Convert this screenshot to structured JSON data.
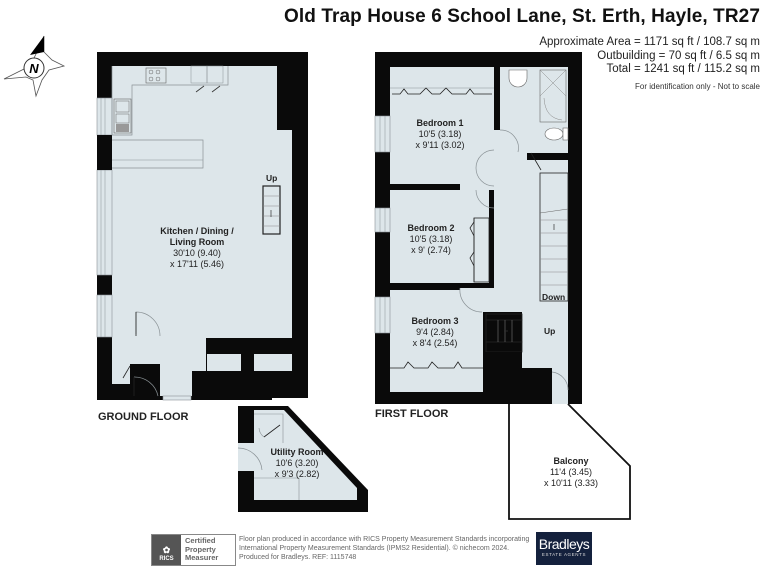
{
  "header": {
    "title": "Old Trap House 6 School Lane, St. Erth, Hayle, TR27",
    "approximate_area": "Approximate Area = 1171 sq ft / 108.7 sq m",
    "outbuilding": "Outbuilding = 70 sq ft / 6.5 sq m",
    "total": "Total = 1241 sq ft / 115.2 sq m",
    "note": "For identification only - Not to scale"
  },
  "compass": {
    "icon": "north-compass-icon",
    "label": "N"
  },
  "ground_floor": {
    "label": "GROUND FLOOR",
    "rooms": [
      {
        "name": "Kitchen / Dining /",
        "name2": "Living Room",
        "dim1": "30'10 (9.40)",
        "dim2": "x 17'11 (5.46)"
      }
    ],
    "stairs": [
      {
        "label": "Up"
      }
    ]
  },
  "outbuilding": {
    "rooms": [
      {
        "name": "Utility Room",
        "dim1": "10'6 (3.20)",
        "dim2": "x 9'3 (2.82)"
      }
    ]
  },
  "first_floor": {
    "label": "FIRST FLOOR",
    "rooms": [
      {
        "name": "Bedroom 1",
        "dim1": "10'5 (3.18)",
        "dim2": "x 9'11 (3.02)"
      },
      {
        "name": "Bedroom 2",
        "dim1": "10'5 (3.18)",
        "dim2": "x 9' (2.74)"
      },
      {
        "name": "Bedroom 3",
        "dim1": "9'4 (2.84)",
        "dim2": "x 8'4 (2.54)"
      },
      {
        "name": "Balcony",
        "dim1": "11'4 (3.45)",
        "dim2": "x 10'11 (3.33)"
      }
    ],
    "stairs": [
      {
        "label": "Down"
      },
      {
        "label": "Up"
      }
    ]
  },
  "footer": {
    "rics_logo": "RICS",
    "rics_badge": [
      "Certified",
      "Property",
      "Measurer"
    ],
    "lines": [
      "Floor plan produced in accordance with RICS Property Measurement Standards incorporating",
      "International Property Measurement Standards (IPMS2 Residential).   © nichecom 2024.",
      "Produced for Bradleys.    REF: 1115748"
    ],
    "brand_name": "Bradleys",
    "brand_sub": "ESTATE AGENTS"
  },
  "colors": {
    "wall": "#0a0a0a",
    "floor": "#dde6ea",
    "line": "#8a9296",
    "brand_bg": "#14213d"
  }
}
